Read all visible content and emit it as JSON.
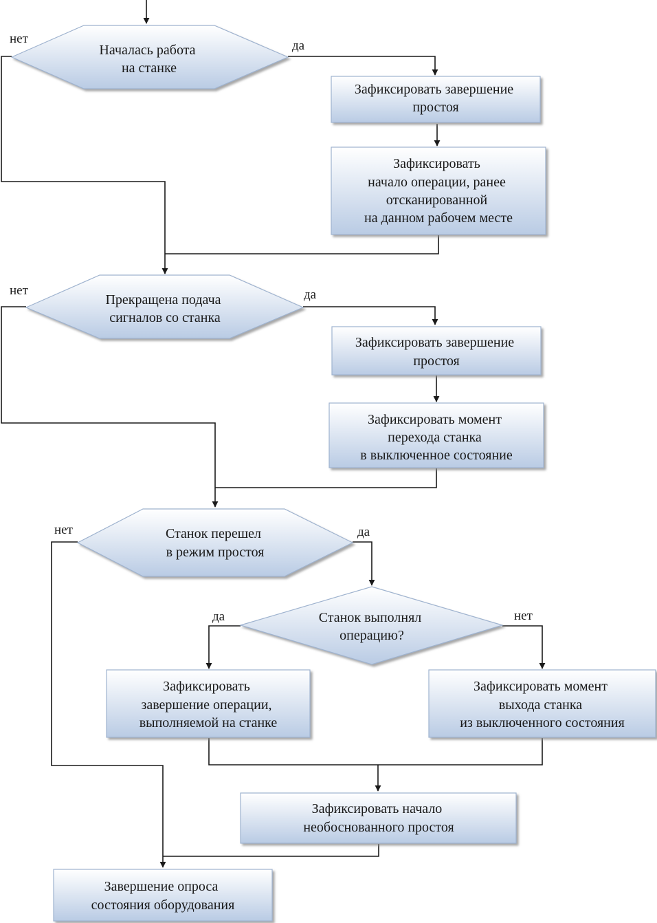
{
  "nodes": {
    "decision1": [
      "Началась работа",
      "на станке"
    ],
    "fix_idle_end_1": [
      "Зафиксировать завершение",
      "простоя"
    ],
    "fix_op_start": [
      "Зафиксировать",
      "начало операции, ранее",
      "отсканированной",
      "на данном рабочем месте"
    ],
    "decision2": [
      "Прекращена подача",
      "сигналов со станка"
    ],
    "fix_idle_end_2": [
      "Зафиксировать завершение",
      "простоя"
    ],
    "fix_off_moment": [
      "Зафиксировать момент",
      "перехода станка",
      "в выключенное состояние"
    ],
    "decision3": [
      "Станок перешел",
      "в режим простоя"
    ],
    "decision4": [
      "Станок выполнял",
      "операцию?"
    ],
    "fix_op_end": [
      "Зафиксировать",
      "завершение операции,",
      "выполняемой на станке"
    ],
    "fix_off_exit": [
      "Зафиксировать момент",
      "выхода станка",
      "из выключенного состояния"
    ],
    "fix_unjustified_idle": [
      "Зафиксировать начало",
      "необоснованного простоя"
    ],
    "end": [
      "Завершение опроса",
      "состояния оборудования"
    ]
  },
  "labels": {
    "yes": "да",
    "no": "нет"
  },
  "colors": {
    "shape_top": "#ffffff",
    "shape_bottom": "#b9cbe4",
    "shape_border": "#9fb3cf",
    "shadow": "#8a8a8a",
    "line": "#1a1a1a"
  }
}
